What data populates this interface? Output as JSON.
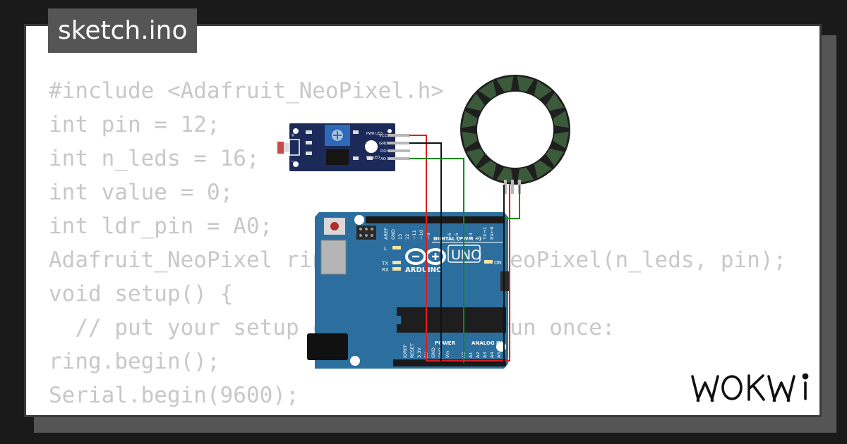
{
  "window": {
    "filename": "sketch.ino"
  },
  "code_lines": [
    "#include <Adafruit_NeoPixel.h>",
    "int pin = 12;",
    "int n_leds = 16;",
    "int value = 0;",
    "int ldr_pin = A0;",
    "Adafruit_NeoPixel ring = Adafruit_NeoPixel(n_leds, pin);",
    "void setup() {",
    "  // put your setup code here, to run once:",
    "ring.begin();",
    "Serial.begin(9600);",
    "}"
  ],
  "sensor_module": {
    "pins": [
      "VCC",
      "GND",
      "DO",
      "AO"
    ],
    "pwr_led_label": "PWR LED",
    "do_led_label": "DO LED",
    "plus_mark": "+",
    "minus_mark": "−"
  },
  "arduino": {
    "model": "UNO",
    "brand": "ARDUINO",
    "digital_label": "DIGITAL (PWM ~)",
    "digital_pins": [
      "AREF",
      "GND",
      "13",
      "12",
      "~11",
      "~10",
      "~9",
      "8",
      "7",
      "~6",
      "~5",
      "4",
      "~3",
      "2",
      "TX→1",
      "RX←0"
    ],
    "power_label": "POWER",
    "power_pins": [
      "IOREF",
      "RESET",
      "3.3V",
      "5V",
      "GND",
      "GND",
      "Vin"
    ],
    "analog_label": "ANALOG IN",
    "analog_pins": [
      "A0",
      "A1",
      "A2",
      "A3",
      "A4",
      "A5"
    ],
    "led_l": "L",
    "led_tx": "TX",
    "led_rx": "RX",
    "led_on": "ON"
  },
  "colors": {
    "background": "#1a1a1a",
    "card": "#ffffff",
    "card_shadow": "#555555",
    "code_text": "#c8c8c8",
    "board_blue": "#2c6f9e",
    "sensor_pcb": "#1c2a59",
    "wire_red": "#e01b1b",
    "wire_black": "#111111",
    "wire_green": "#0a8a1f",
    "ring_body": "#1e1e1e",
    "ring_led": "#3a5a3a"
  },
  "icons": {
    "logo": "wokwi-logo"
  }
}
